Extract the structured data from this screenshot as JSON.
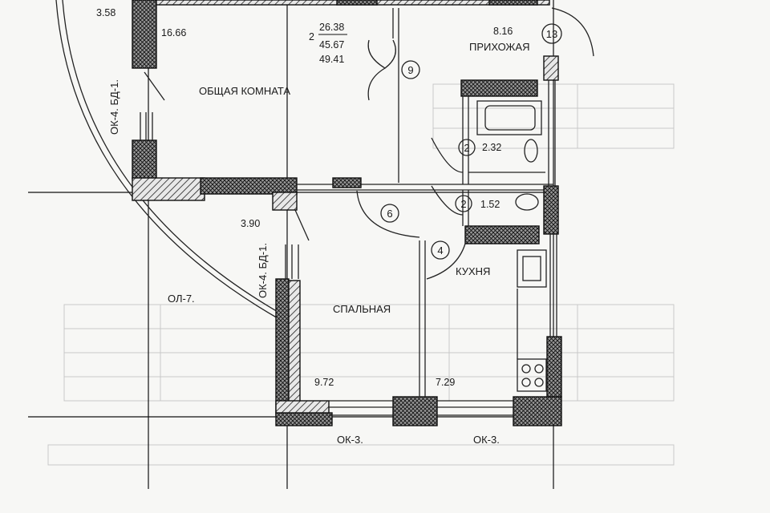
{
  "rooms": {
    "living": {
      "name": "ОБЩАЯ КОМНАТА",
      "area": "16.66"
    },
    "corner_area": "3.58",
    "apartment": {
      "rooms_count": "2",
      "living_area": "26.38",
      "total_area": "45.67",
      "total_with_balcony": "49.41"
    },
    "hall": {
      "name": "ПРИХОЖАЯ",
      "area": "8.16"
    },
    "bath1": {
      "area": "2.32"
    },
    "bath2": {
      "area": "1.52"
    },
    "kitchen": {
      "name": "КУХНЯ",
      "area": "7.29"
    },
    "bedroom": {
      "name": "СПАЛЬНАЯ",
      "area": "9.72"
    },
    "loggia_area": "3.90"
  },
  "markers": {
    "m13": "13",
    "m9": "9",
    "m2a": "2",
    "m2b": "2",
    "m6": "6",
    "m4": "4"
  },
  "window_labels": {
    "ok4_top": "ОК-4. БД-1.",
    "ok4_mid": "ОК-4. БД-1.",
    "ol7": "ОЛ-7.",
    "ok3_left": "ОК-3.",
    "ok3_right": "ОК-3."
  },
  "colors": {
    "line": "#111111",
    "paper": "#f7f7f5"
  }
}
